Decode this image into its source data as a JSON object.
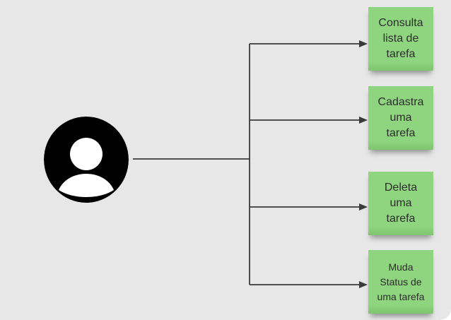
{
  "colors": {
    "page_bg": "#ffffff",
    "canvas_bg": "#e8e7e8",
    "note_green": "#8fd47e",
    "note_green_dark": "#7fc46e",
    "line_color": "#3a3a3a",
    "text_color": "#2d2d2d",
    "icon_color": "#000000"
  },
  "icons": {
    "actor": "user-circle-icon",
    "connector_tip": "arrowhead-icon"
  },
  "diagram": {
    "actor": {
      "description": "user"
    },
    "notes": [
      {
        "label": "Consulta lista de tarefa",
        "lines": [
          "Consulta",
          "lista de",
          "tarefa"
        ]
      },
      {
        "label": "Cadastra uma tarefa",
        "lines": [
          "Cadastra",
          "uma",
          "tarefa"
        ]
      },
      {
        "label": "Deleta uma tarefa",
        "lines": [
          "Deleta",
          "uma",
          "tarefa"
        ]
      },
      {
        "label": "Muda Status de uma tarefa",
        "lines": [
          "Muda",
          "Status de",
          "uma tarefa"
        ]
      }
    ]
  }
}
